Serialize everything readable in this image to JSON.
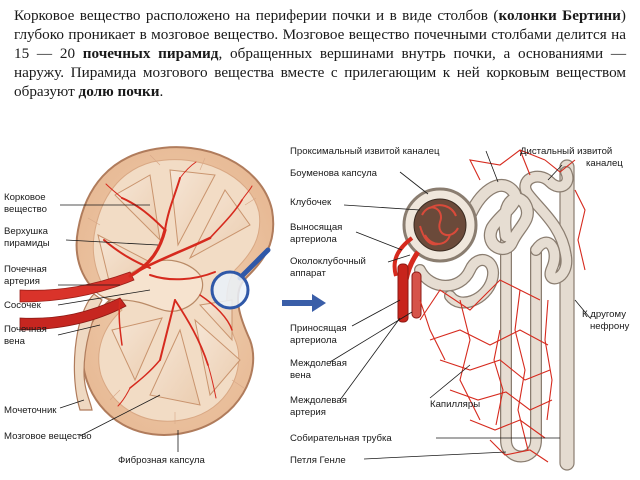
{
  "paragraph": {
    "p1": "Корковое вещество расположено на периферии почки и в виде столбов (",
    "b1": "колонки Бертини",
    "p2": ") глубоко проникает в мозговое вещество. Мозговое вещество почечными столбами делится на 15 — 20 ",
    "b2": "почечных пирамид",
    "p3": ", обращенных вершинами внутрь почки, а основаниями — наружу. Пирамида мозгового вещества вместе с прилегающим к ней корковым веществом образуют ",
    "b3": "долю почки",
    "p4": "."
  },
  "kidney_labels": {
    "cortex_1": "Корковое",
    "cortex_2": "вещество",
    "apex_1": "Верхушка",
    "apex_2": "пирамиды",
    "artery_1": "Почечная",
    "artery_2": "артерия",
    "papilla": "Сосочек",
    "vein_1": "Почечная",
    "vein_2": "вена",
    "ureter": "Мочеточник",
    "medulla": "Мозговое вещество",
    "capsule": "Фиброзная капсула"
  },
  "nephron_labels": {
    "prox": "Проксимальный извитой каналец",
    "dist_1": "Дистальный извитой",
    "dist_2": "каналец",
    "bowman": "Боуменова капсула",
    "glom": "Клубочек",
    "efferent_1": "Выносящая",
    "efferent_2": "артериола",
    "jga_1": "Околоклубочный",
    "jga_2": "аппарат",
    "afferent_1": "Приносящая",
    "afferent_2": "артериола",
    "ilvein_1": "Междолевая",
    "ilvein_2": "вена",
    "ilartery_1": "Междолевая",
    "ilartery_2": "артерия",
    "capillaries": "Капилляры",
    "other_1": "К другому",
    "other_2": "нефрону",
    "collecting": "Собирательная трубка",
    "henle": "Петля Генле"
  },
  "colors": {
    "artery": "#d62a1e",
    "tubule": "#e6ddd2",
    "tubule_edge": "#8a7d70",
    "kidney_cortex": "#f3ddc6",
    "kidney_medulla": "#e9c3a0",
    "arrow": "#3a5ea8"
  },
  "icons": {
    "magnifier": "magnifier-icon",
    "arrow": "arrow-right-icon"
  }
}
